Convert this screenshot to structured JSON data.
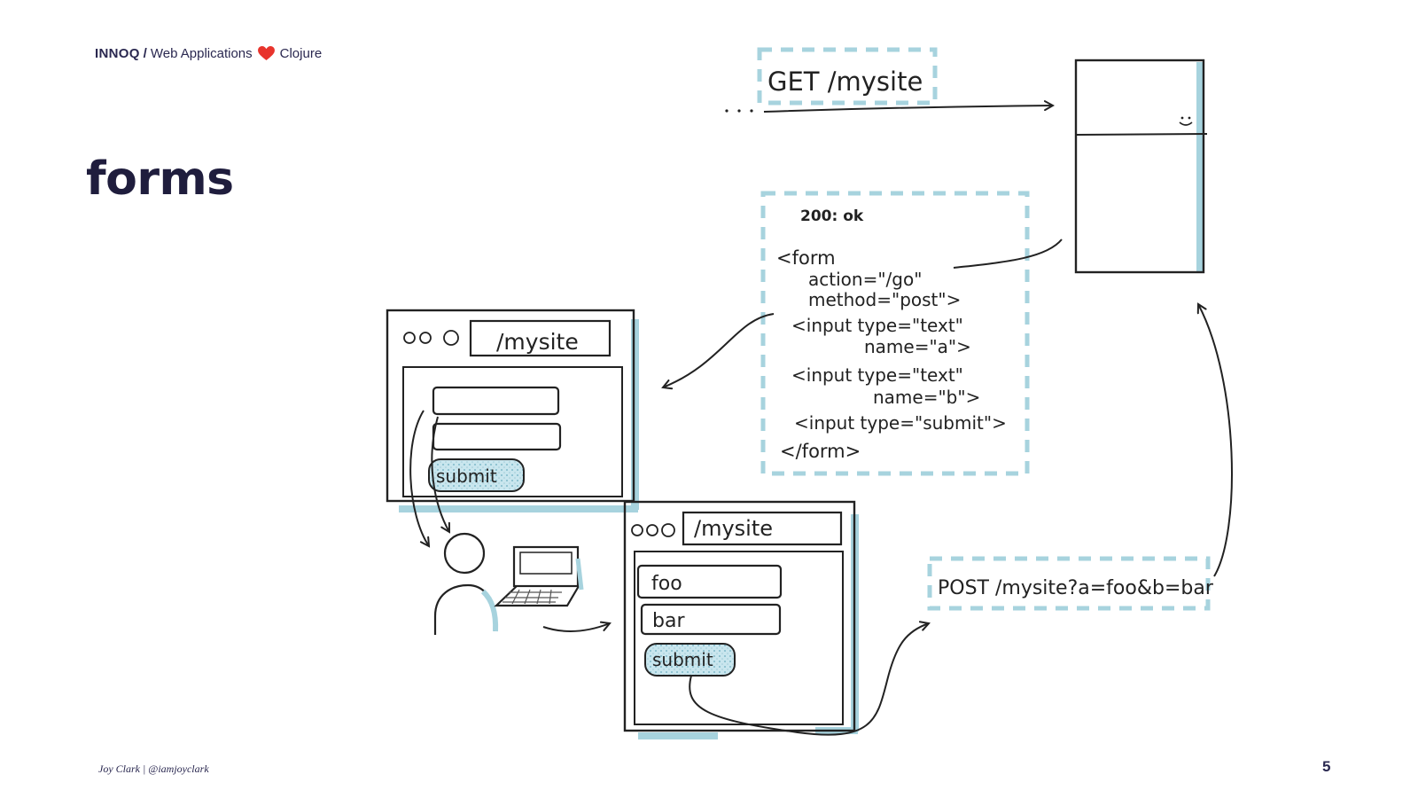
{
  "header": {
    "brand": "INNOQ",
    "separator": "/",
    "talk_title": "Web Applications",
    "heart_icon": "heart-icon",
    "language": "Clojure",
    "heart_color": "#e8342c"
  },
  "slide": {
    "title": "forms",
    "page_number": "5"
  },
  "footer": {
    "credit": "Joy Clark | @iamjoyclark"
  },
  "sketch": {
    "get_request": "GET /mysite",
    "response_status": "200: ok",
    "response_code": [
      "<form",
      "action=\"/go\"",
      "method=\"post\">",
      "<input type=\"text\"",
      "name=\"a\">",
      "<input type=\"text\"",
      "name=\"b\">",
      "<input type=\"submit\">",
      "</form>"
    ],
    "browser_url": "/mysite",
    "submit_label": "submit",
    "field_a_value": "foo",
    "field_b_value": "bar",
    "post_request": "POST /mysite?a=foo&b=bar",
    "accent_color": "#a7d3de",
    "server_icon": "server-icon",
    "user_icon": "person-icon",
    "laptop_icon": "laptop-icon"
  }
}
